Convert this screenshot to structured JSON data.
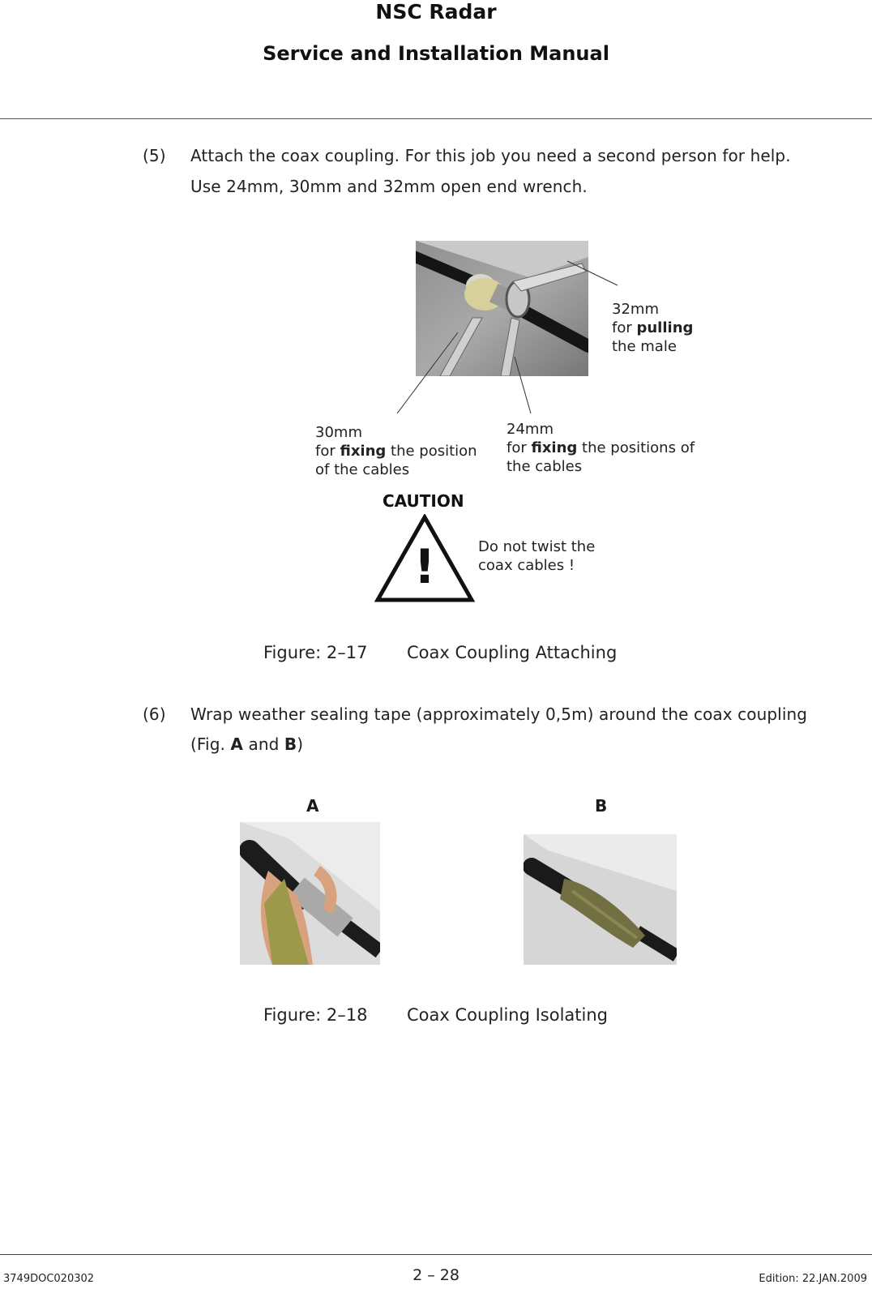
{
  "header": {
    "title": "NSC Radar",
    "subtitle": "Service and Installation Manual"
  },
  "steps": [
    {
      "number": "(5)",
      "line1": "Attach the coax coupling. For this job you need a second person for help.",
      "line2": "Use 24mm, 30mm and 32mm open end wrench."
    },
    {
      "number": "(6)",
      "line1": "Wrap weather sealing tape (approximately 0,5m) around the coax coupling",
      "line2_prefix": "(Fig. ",
      "line2_a": "A",
      "line2_mid": " and ",
      "line2_b": "B",
      "line2_suffix": ")"
    }
  ],
  "figure17": {
    "callout_32": {
      "size": "32mm",
      "for": "for ",
      "bold": "pulling",
      "rest": "the male"
    },
    "callout_30": {
      "size": "30mm",
      "for": "for ",
      "bold": "fixing",
      "after": " the position",
      "rest": "of the cables"
    },
    "callout_24": {
      "size": "24mm",
      "for": "for ",
      "bold": "fixing",
      "after": " the positions of",
      "rest": "the cables"
    },
    "caution": {
      "title": "CAUTION",
      "symbol": "!",
      "line1": "Do not twist the",
      "line2": "coax cables !"
    },
    "caption_num": "Figure: 2–17",
    "caption_text": "Coax Coupling Attaching"
  },
  "figure18": {
    "label_a": "A",
    "label_b": "B",
    "caption_num": "Figure: 2–18",
    "caption_text": "Coax Coupling Isolating"
  },
  "footer": {
    "doc_id": "3749DOC020302",
    "page": "2 – 28",
    "edition": "Edition: 22.JAN.2009"
  }
}
